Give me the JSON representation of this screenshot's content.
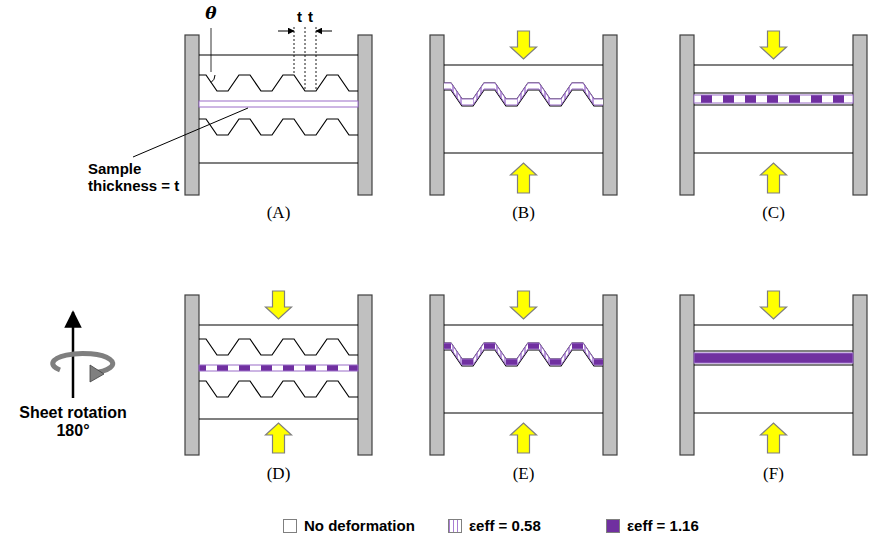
{
  "diagram": {
    "labels": [
      "θ",
      "t",
      "t",
      "Sample thickness = t",
      "(A)",
      "(B)",
      "(C)",
      "(D)",
      "(E)",
      "(F)",
      "Sheet rotation 180°"
    ],
    "legend": [
      {
        "text": "No deformation",
        "color": "#ffffff"
      },
      {
        "text": "εeff = 0.58"
      },
      {
        "text": "εeff = 1.16",
        "color": "#7030a0"
      }
    ]
  }
}
